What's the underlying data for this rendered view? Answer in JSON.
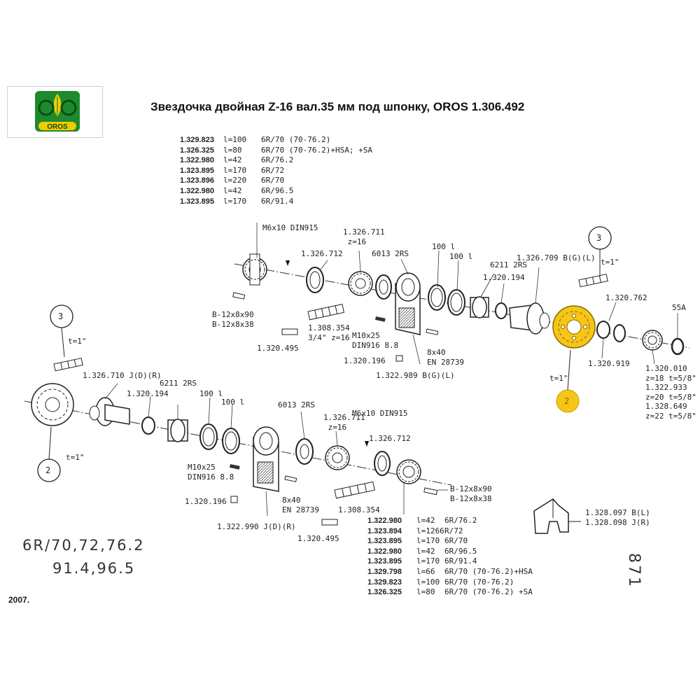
{
  "title": "Звездочка двойная Z-16 вал.35 мм под шпонку, OROS 1.306.492",
  "logo": {
    "text": "OROS",
    "colors": {
      "green": "#1e8a2e",
      "yellow": "#f2cc00",
      "dark": "#0b4d14"
    }
  },
  "year": "2007.",
  "models": {
    "line1": "6R/70,72,76.2",
    "line2": "91.4,96.5"
  },
  "page_number": "871",
  "highlight_color": "#f5c518",
  "table_top": [
    {
      "part": "1.329.823",
      "len": "l=100",
      "spec": "6R/70 (70-76.2)"
    },
    {
      "part": "1.326.325",
      "len": "l=80",
      "spec": "6R/70 (70-76.2)+HSA; +SA"
    },
    {
      "part": "1.322.980",
      "len": "l=42",
      "spec": "6R/76.2"
    },
    {
      "part": "1.323.895",
      "len": "l=170",
      "spec": "6R/72"
    },
    {
      "part": "1.323.896",
      "len": "l=220",
      "spec": "6R/70"
    },
    {
      "part": "1.322.980",
      "len": "l=42",
      "spec": "6R/96.5"
    },
    {
      "part": "1.323.895",
      "len": "l=170",
      "spec": "6R/91.4"
    }
  ],
  "table_bottom": [
    {
      "part": "1.322.980",
      "len": "l=42",
      "spec": "6R/76.2"
    },
    {
      "part": "1.323.894",
      "len": "l=1266",
      "spec": "R/72"
    },
    {
      "part": "1.323.895",
      "len": "l=170",
      "spec": "6R/70"
    },
    {
      "part": "1.322.980",
      "len": "l=42",
      "spec": "6R/96.5"
    },
    {
      "part": "1.323.895",
      "len": "l=170",
      "spec": "6R/91.4"
    },
    {
      "part": "1.329.798",
      "len": "l=66",
      "spec": "6R/70 (70-76.2)+HSA"
    },
    {
      "part": "1.329.823",
      "len": "l=100",
      "spec": "6R/70 (70-76.2)"
    },
    {
      "part": "1.326.325",
      "len": "l=80",
      "spec": "6R/70 (70-76.2) +SA"
    }
  ],
  "labels": {
    "m6x10_top": "M6x10 DIN915",
    "p1326712_top": "1.326.712",
    "p1326711_top": "1.326.711\n z=16",
    "b6013_top": "6013 2RS",
    "l100_a": "100 l",
    "l100_b": "100 l",
    "b6211_top": "6211 2RS",
    "p1326709": "1.326.709 B(G)(L)",
    "p1320194_top": "1.320.194",
    "circle3_right": "3",
    "t1_right_top": "t=1\"",
    "p1320762": "1.320.762",
    "a55": "55A",
    "b12_top": "B-12x8x90\nB-12x8x38",
    "p1308354_top": "1.308.354\n3/4\" z=16",
    "m10_top": "M10x25\nDIN916 8.8",
    "p1320495_top": "1.320.495",
    "p1320196_top": "1.320.196",
    "en8x40_top": "8x40\nEN 28739",
    "p1322989": "1.322.989 B(G)(L)",
    "t1_right_bot": "t=1\"",
    "circle2_right": "2",
    "p1320919": "1.320.919",
    "sprockets_right": "1.320.010\nz=18 t=5/8\"\n1.322.933\nz=20 t=5/8\"\n1.328.649\nz=22 t=5/8\"",
    "circle3_left": "3",
    "t1_left_top": "t=1\"",
    "p1326710": "1.326.710 J(D)(R)",
    "p1320194_bot": "1.320.194",
    "b6211_bot": "6211 2RS",
    "l100_c": "100 l",
    "l100_d": "100 l",
    "circle2_left": "2",
    "t1_left_bot": "t=1\"",
    "b6013_bot": "6013 2RS",
    "p1326711_bot": "1.326.711\n z=16",
    "m6x10_bot": "M6x10 DIN915",
    "p1326712_bot": "1.326.712",
    "m10_bot": "M10x25\nDIN916 8.8",
    "p1320196_bot": "1.320.196",
    "en8x40_bot": "8x40\nEN 28739",
    "p1308354_bot": "1.308.354",
    "b12_bot": "B-12x8x90\nB-12x8x38",
    "p1322990": "1.322.990 J(D)(R)",
    "p1320495_bot": "1.320.495",
    "p1328097": "1.328.097 B(L)\n1.328.098 J(R)"
  }
}
